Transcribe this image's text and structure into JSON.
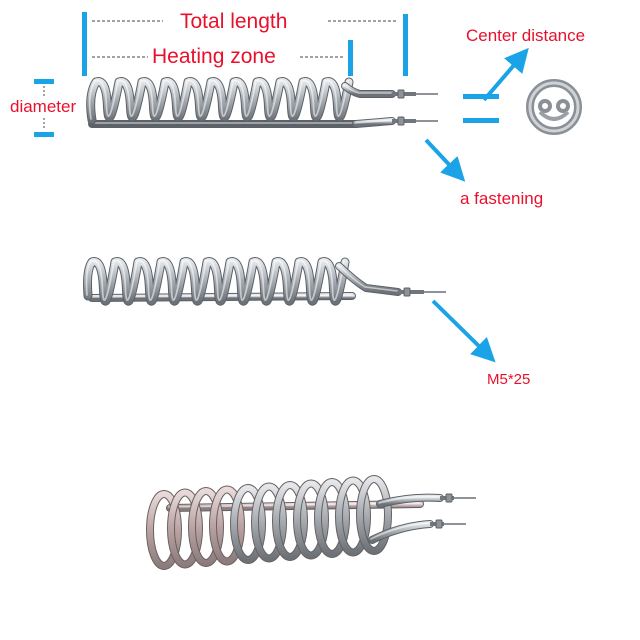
{
  "labels": {
    "total_length": "Total length",
    "heating_zone": "Heating zone",
    "diameter": "diameter",
    "center_distance": "Center distance",
    "fastening": "a fastening",
    "thread_size": "M5*25"
  },
  "colors": {
    "label_text": "#e8112d",
    "marker_blue": "#1aa3e6",
    "dash_line": "#444444",
    "coil_light": "#d2d6da",
    "coil_mid": "#9aa0a6",
    "coil_dark": "#6e747a",
    "coil_outline": "#5a6066",
    "pink_tint": "#c9a8a8"
  },
  "figures": [
    {
      "name": "double-ended-coil-heater",
      "coils": 11,
      "terminals": 2
    },
    {
      "name": "single-ended-coil-heater",
      "coils": 11,
      "terminals": 1
    },
    {
      "name": "perspective-coil-heater",
      "coils": 11,
      "terminals": 2
    }
  ]
}
